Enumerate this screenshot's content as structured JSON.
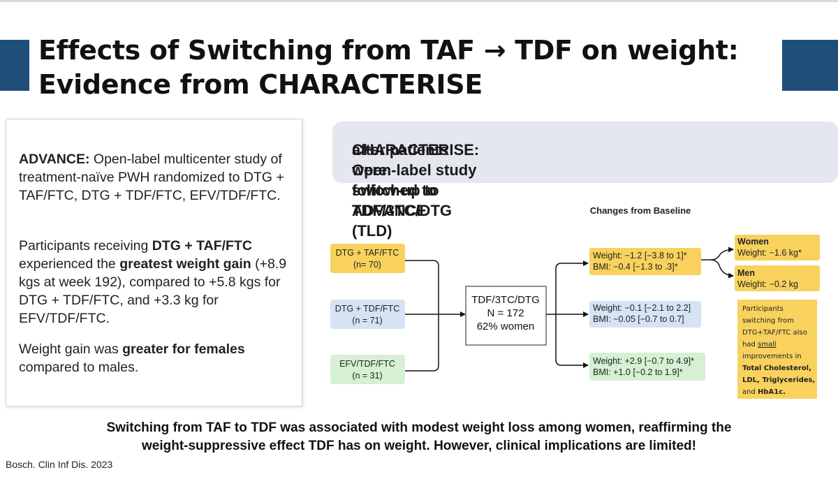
{
  "title": {
    "line1": "Effects of Switching from TAF → TDF on weight:",
    "line2": "Evidence from CHARACTERISE"
  },
  "advance": {
    "label": "ADVANCE:",
    "text": " Open-label multicenter study of treatment-naïve PWH randomized to DTG + TAF/FTC, DTG + TDF/FTC, EFV/TDF/FTC.",
    "p2_a": "Participants receiving ",
    "p2_b": "DTG + TAF/FTC",
    "p2_c": " experienced the ",
    "p2_d": "greatest weight gain",
    "p2_e": " (+8.9 kgs at week 192), compared to +5.8 kgs for DTG + TDF/FTC, and +3.3 kg for EFV/TDF/FTC.",
    "p3_a": "Weight gain was ",
    "p3_b": "greater for females",
    "p3_c": " compared to males."
  },
  "characterise": {
    "line1": "CHARACTERISE: Open-label study follow-up to ADVANCE",
    "line2": "after patients were switched to TDF/3TC/DTG (TLD)"
  },
  "diagram": {
    "heading": "Changes from Baseline",
    "groups": [
      {
        "name": "DTG + TAF/FTC",
        "n": "(n= 70)"
      },
      {
        "name": "DTG + TDF/FTC",
        "n": "(n = 71)"
      },
      {
        "name": "EFV/TDF/FTC",
        "n": "(n = 31)"
      }
    ],
    "center": {
      "line1": "TDF/3TC/DTG",
      "line2": "N = 172",
      "line3": "62% women"
    },
    "results": [
      {
        "weight": "Weight: −1.2 [−3.8 to 1]*",
        "bmi": "BMI: −0.4 [−1.3 to .3]*"
      },
      {
        "weight": "Weight: −0.1 [−2.1 to 2.2]",
        "bmi": "BMI: −0.05 [−0.7 to 0.7]"
      },
      {
        "weight": "Weight: +2.9 [−0.7 to 4.9]*",
        "bmi": "BMI: +1.0 [−0.2 to 1.9]*"
      }
    ],
    "sex": [
      {
        "label": "Women",
        "value": "Weight: −1.6 kg*"
      },
      {
        "label": "Men",
        "value": "Weight: −0.2 kg"
      }
    ],
    "note": {
      "l1": "Participants",
      "l2": "switching from",
      "l3": "DTG+TAF/FTC also",
      "l4": "had ",
      "l4u": "small",
      "l5": "improvements in",
      "l6": "Total Cholesterol,",
      "l7": "LDL, Triglycerides,",
      "l8a": "and ",
      "l8b": "HbA1c."
    }
  },
  "conclusion": {
    "line1": "Switching from TAF to TDF was associated with modest weight loss among women, reaffirming the",
    "line2": "weight-suppressive effect TDF has on weight. However, clinical implications are limited!"
  },
  "citation": "Bosch. Clin Inf Dis. 2023",
  "colors": {
    "accent": "#1f4e79",
    "yellow": "#f8d25d",
    "blue": "#d5e3f4",
    "green": "#d5f0d2",
    "panel": "#e4e7ee"
  }
}
